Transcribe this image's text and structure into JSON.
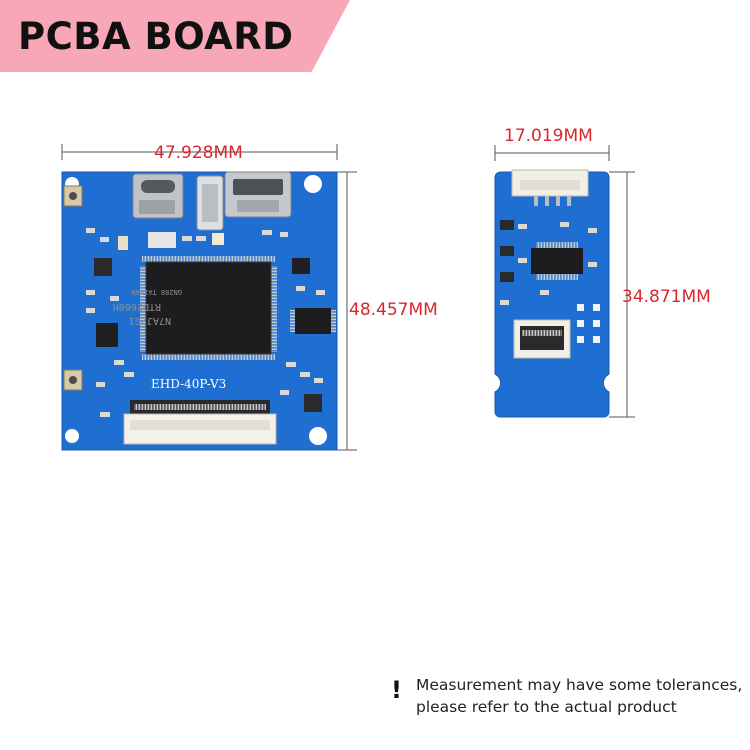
{
  "banner": {
    "title": "PCBA BOARD"
  },
  "main_board": {
    "width_label": "47.928MM",
    "height_label": "48.457MM",
    "silkscreen": "EHD-40P-V3",
    "chip_text": [
      "RTD2660H",
      "N7AJ2G1",
      "GN288 TAIWAN"
    ]
  },
  "small_board": {
    "width_label": "17.019MM",
    "height_label": "34.871MM"
  },
  "note": {
    "icon": "exclamation-icon",
    "symbol": "!",
    "line1": "Measurement may have some tolerances,",
    "line2": "please refer to the actual product"
  },
  "colors": {
    "banner": "#f7a7b5",
    "pcb_blue": "#1f6fd3",
    "dimension_text": "#d9262e"
  }
}
